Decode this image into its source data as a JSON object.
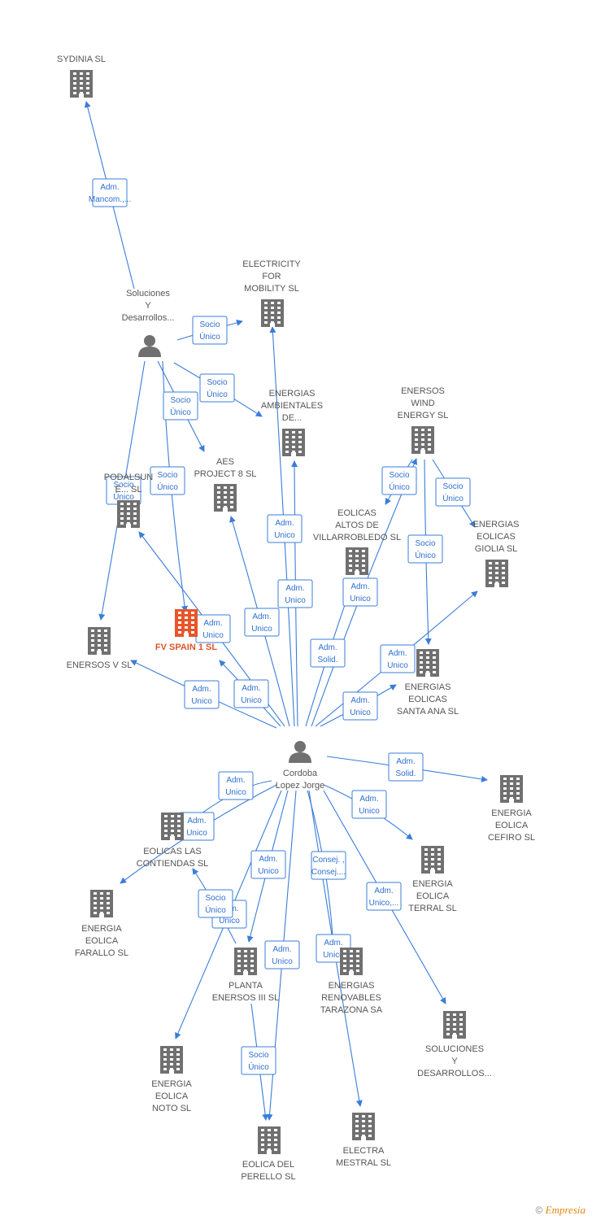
{
  "colors": {
    "edge": "#3b7dd8",
    "company": "#707070",
    "highlight": "#e8552b",
    "person": "#707070"
  },
  "nodes": [
    {
      "id": "sydinia",
      "type": "company",
      "label": [
        "SYDINIA  SL"
      ]
    },
    {
      "id": "soluciones_person",
      "type": "person",
      "label": [
        "Soluciones",
        "Y",
        "Desarrollos..."
      ]
    },
    {
      "id": "electricity",
      "type": "company",
      "label": [
        "ELECTRICITY",
        "FOR",
        "MOBILITY  SL"
      ]
    },
    {
      "id": "ambientales",
      "type": "company",
      "label": [
        "ENERGIAS",
        "AMBIENTALES",
        "DE..."
      ]
    },
    {
      "id": "enersos_wind",
      "type": "company",
      "label": [
        "ENERSOS",
        "WIND",
        "ENERGY  SL"
      ]
    },
    {
      "id": "aes8",
      "type": "company",
      "label": [
        "AES",
        "PROJECT 8  SL"
      ]
    },
    {
      "id": "podalsun",
      "type": "company",
      "label": [
        "PODALSUN",
        "E...  SL"
      ]
    },
    {
      "id": "eolicas_altos",
      "type": "company",
      "label": [
        "EOLICAS",
        "ALTOS DE",
        "VILLARROBLEDO SL"
      ]
    },
    {
      "id": "giolia",
      "type": "company",
      "label": [
        "ENERGIAS",
        "EOLICAS",
        "GIOLIA SL"
      ]
    },
    {
      "id": "enersos_v",
      "type": "company",
      "label": [
        "ENERSOS V SL"
      ]
    },
    {
      "id": "fv_spain",
      "type": "company",
      "highlight": true,
      "label": [
        "FV SPAIN 1  SL"
      ]
    },
    {
      "id": "santa_ana",
      "type": "company",
      "label": [
        "ENERGIAS",
        "EOLICAS",
        "SANTA ANA SL"
      ]
    },
    {
      "id": "cordoba",
      "type": "person",
      "label": [
        "Cordoba",
        "Lopez Jorge"
      ]
    },
    {
      "id": "cefiro",
      "type": "company",
      "label": [
        "ENERGIA",
        "EOLICA",
        "CEFIRO  SL"
      ]
    },
    {
      "id": "contiendas",
      "type": "company",
      "label": [
        "EOLICAS LAS",
        "CONTIENDAS SL"
      ]
    },
    {
      "id": "terral",
      "type": "company",
      "label": [
        "ENERGIA",
        "EOLICA",
        "TERRAL  SL"
      ]
    },
    {
      "id": "farallo",
      "type": "company",
      "label": [
        "ENERGIA",
        "EOLICA",
        "FARALLO  SL"
      ]
    },
    {
      "id": "planta3",
      "type": "company",
      "label": [
        "PLANTA",
        "ENERSOS III SL"
      ]
    },
    {
      "id": "tarazona",
      "type": "company",
      "label": [
        "ENERGIAS",
        "RENOVABLES",
        "TARAZONA SA"
      ]
    },
    {
      "id": "soluciones_co",
      "type": "company",
      "label": [
        "SOLUCIONES",
        "Y",
        "DESARROLLOS..."
      ]
    },
    {
      "id": "noto",
      "type": "company",
      "label": [
        "ENERGIA",
        "EOLICA",
        "NOTO  SL"
      ]
    },
    {
      "id": "perello",
      "type": "company",
      "label": [
        "EOLICA DEL",
        "PERELLO SL"
      ]
    },
    {
      "id": "mestral",
      "type": "company",
      "label": [
        "ELECTRA",
        "MESTRAL SL"
      ]
    }
  ],
  "edges": [
    {
      "from": "soluciones_person",
      "to": "sydinia",
      "label": [
        "Adm.",
        "Mancom.,..."
      ]
    },
    {
      "from": "soluciones_person",
      "to": "electricity",
      "label": [
        "Socio",
        "Único"
      ]
    },
    {
      "from": "soluciones_person",
      "to": "ambientales",
      "label": [
        "Socio",
        "Único"
      ]
    },
    {
      "from": "soluciones_person",
      "to": "aes8",
      "label": [
        "Socio",
        "Único"
      ]
    },
    {
      "from": "soluciones_person",
      "to": "fv_spain",
      "label": [
        "Socio",
        "Único"
      ]
    },
    {
      "from": "soluciones_person",
      "to": "enersos_v",
      "label": [
        "Socio",
        "Único"
      ]
    },
    {
      "from": "enersos_wind",
      "to": "eolicas_altos",
      "label": [
        "Socio",
        "Único"
      ]
    },
    {
      "from": "enersos_wind",
      "to": "giolia",
      "label": [
        "Socio",
        "Único"
      ]
    },
    {
      "from": "enersos_wind",
      "to": "santa_ana",
      "label": [
        "Socio",
        "Único"
      ]
    },
    {
      "from": "cordoba",
      "to": "electricity",
      "label": [
        "Adm.",
        "Unico"
      ]
    },
    {
      "from": "cordoba",
      "to": "ambientales",
      "label": [
        "Adm.",
        "Unico"
      ]
    },
    {
      "from": "cordoba",
      "to": "aes8",
      "label": [
        "Adm.",
        "Unico"
      ]
    },
    {
      "from": "cordoba",
      "to": "enersos_wind",
      "label": [
        "Adm.",
        "Unico"
      ]
    },
    {
      "from": "cordoba",
      "to": "eolicas_altos",
      "label": [
        "Adm.",
        "Solid."
      ]
    },
    {
      "from": "cordoba",
      "to": "podalsun",
      "label": [
        "Adm.",
        "Unico"
      ]
    },
    {
      "from": "cordoba",
      "to": "fv_spain",
      "label": [
        "Adm.",
        "Unico"
      ]
    },
    {
      "from": "cordoba",
      "to": "enersos_v",
      "label": [
        "Adm.",
        "Unico"
      ]
    },
    {
      "from": "cordoba",
      "to": "giolia",
      "label": [
        "Adm.",
        "Unico"
      ]
    },
    {
      "from": "cordoba",
      "to": "santa_ana",
      "label": [
        "Adm.",
        "Unico"
      ]
    },
    {
      "from": "cordoba",
      "to": "cefiro",
      "label": [
        "Adm.",
        "Solid."
      ]
    },
    {
      "from": "cordoba",
      "to": "terral",
      "label": [
        "Adm.",
        "Unico"
      ]
    },
    {
      "from": "cordoba",
      "to": "contiendas",
      "label": [
        "Adm.",
        "Unico"
      ]
    },
    {
      "from": "cordoba",
      "to": "farallo",
      "label": [
        "Adm.",
        "Unico"
      ]
    },
    {
      "from": "cordoba",
      "to": "planta3",
      "label": [
        "Adm.",
        "Unico"
      ]
    },
    {
      "from": "cordoba",
      "to": "tarazona",
      "label": [
        "Consej. ,",
        "Consej...."
      ]
    },
    {
      "from": "cordoba",
      "to": "soluciones_co",
      "label": [
        "Adm.",
        "Unico,..."
      ]
    },
    {
      "from": "cordoba",
      "to": "noto",
      "label": [
        "Adm.",
        "Unico"
      ]
    },
    {
      "from": "cordoba",
      "to": "perello",
      "label": [
        "Adm.",
        "Unico"
      ]
    },
    {
      "from": "cordoba",
      "to": "mestral",
      "label": [
        "Adm.",
        "Unico"
      ]
    },
    {
      "from": "planta3",
      "to": "contiendas",
      "label": [
        "Socio",
        "Único"
      ]
    },
    {
      "from": "planta3",
      "to": "perello",
      "label": [
        "Socio",
        "Único"
      ]
    }
  ],
  "footer": {
    "copyright": "©",
    "brand": "Empresia"
  }
}
